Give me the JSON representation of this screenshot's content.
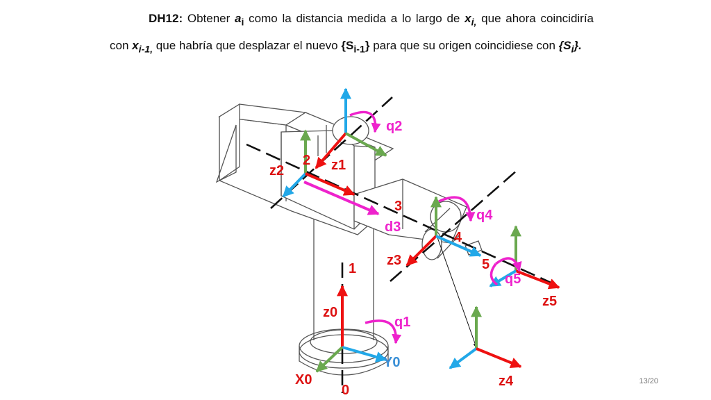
{
  "caption": {
    "id": "DH12:",
    "t1": " Obtener ",
    "a": "a",
    "a_sub": "i",
    "t2": " como la distancia medida a lo largo de ",
    "x": "x",
    "x_sub": "i,",
    "t3": " que ahora coincidiría con ",
    "x2": "x",
    "x2_sub": "i-1,",
    "t4": " que habría que desplazar el nuevo ",
    "s1_open": "{S",
    "s1_sub": "i-1",
    "s1_close": "}",
    "t5": " para que su origen coincidiese con ",
    "s2_open": "{S",
    "s2_sub": "i",
    "s2_close": "}."
  },
  "labels": {
    "q1": "q1",
    "q2": "q2",
    "q4": "q4",
    "q5": "q5",
    "z0": "z0",
    "z1": "z1",
    "z2": "z2",
    "z3": "z3",
    "z4": "z4",
    "z5": "z5",
    "d3": "d3",
    "y0": "Y0",
    "x0": "X0",
    "n0": "0",
    "n1": "1",
    "n2": "2",
    "n3": "3",
    "n4": "4",
    "n5": "5"
  },
  "page": "13/20",
  "colors": {
    "z_axis": "#ee1111",
    "y_axis": "#22a8e8",
    "x_axis": "#6aa84f",
    "joint": "#ee22cc",
    "label": "#dd1111",
    "y0_label": "#3a8fd6"
  }
}
